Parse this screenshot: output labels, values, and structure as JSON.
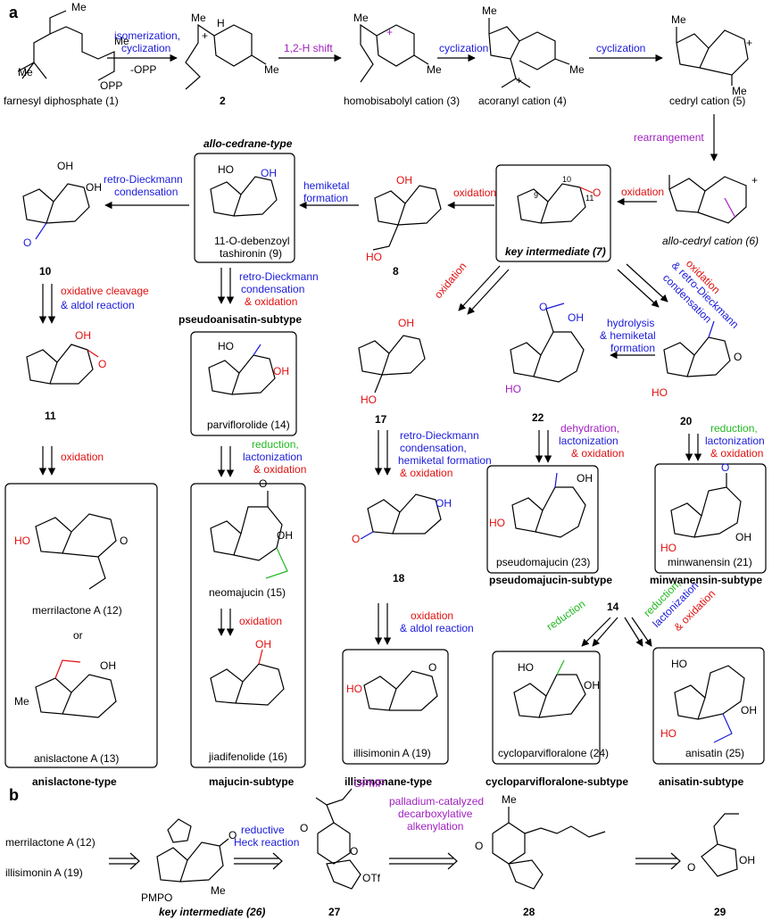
{
  "panels": [
    "a",
    "b"
  ],
  "colors": {
    "black": "#000000",
    "blue": "#1a1adc",
    "red": "#e01010",
    "purple": "#a020c0",
    "green": "#22b822"
  },
  "compounds": {
    "c1": "farnesyl diphosphate (1)",
    "c2": "2",
    "c3": "homobisabolyl cation (3)",
    "c4": "acoranyl cation (4)",
    "c5": "cedryl cation (5)",
    "c6": "allo-cedryl cation (6)",
    "c7": "key intermediate (7)",
    "c8": "8",
    "c9a": "11-O-debenzoyl",
    "c9b": "tashironin (9)",
    "c10": "10",
    "c11": "11",
    "c12": "merrilactone A (12)",
    "c13": "anislactone A (13)",
    "c14": "parviflorolide (14)",
    "c15": "neomajucin (15)",
    "c16": "jiadifenolide (16)",
    "c17": "17",
    "c18": "18",
    "c19": "illisimonin A (19)",
    "c20": "20",
    "c21": "minwanensin (21)",
    "c22": "22",
    "c23": "pseudomajucin (23)",
    "c24": "cycloparvifloralone (24)",
    "c25": "anisatin (25)",
    "c14b": "14",
    "c26": "key intermediate (26)",
    "c27": "27",
    "c28": "28",
    "c29": "29",
    "b12": "merrilactone A (12)",
    "b19": "illisimonin A (19)",
    "or": "or",
    "opp": "-OPP"
  },
  "steps": {
    "s1a": "isomerization,",
    "s1b": "cyclization",
    "s2": "1,2-H shift",
    "s3": "cyclization",
    "s4": "cyclization",
    "s5": "rearrangement",
    "s6": "oxidation",
    "s7": "oxidation",
    "s8a": "hemiketal",
    "s8b": "formation",
    "s9a": "retro-Dieckmann",
    "s9b": "condensation",
    "s10a": "oxidative cleavage",
    "s10b": "& aldol reaction",
    "s11": "oxidation",
    "s12a": "retro-Dieckmann",
    "s12b": "condensation",
    "s12c": "& oxidation",
    "s13a": "reduction,",
    "s13b": "lactonization",
    "s13c": "& oxidation",
    "s14": "oxidation",
    "s15": "oxidation",
    "s16a": "retro-Dieckmann",
    "s16b": "condensation,",
    "s16c": "hemiketal formation",
    "s16d": "& oxidation",
    "s17a": "oxidation",
    "s17b": "& aldol reaction",
    "s18a": "oxidation",
    "s18b": "& retro-Dieckmann",
    "s18c": "condensation",
    "s19a": "hydrolysis",
    "s19b": "& hemiketal",
    "s19c": "formation",
    "s20a": "dehydration,",
    "s20b": "lactonization",
    "s20c": "& oxidation",
    "s21a": "reduction,",
    "s21b": "lactonization",
    "s21c": "& oxidation",
    "s22": "reduction",
    "s23a": "reduction,",
    "s23b": "lactonization",
    "s23c": "& oxidation",
    "sb1a": "reductive",
    "sb1b": "Heck reaction",
    "sb2a": "palladium-catalyzed",
    "sb2b": "decarboxylative",
    "sb2c": "alkenylation"
  },
  "types": {
    "t1": "allo-cedrane-type",
    "t2": "pseudoanisatin-subtype",
    "t3": "anislactone-type",
    "t4": "majucin-subtype",
    "t5": "illisimonane-type",
    "t6": "cycloparvifloralone-subtype",
    "t7": "anisatin-subtype",
    "t8": "pseudomajucin-subtype",
    "t9": "minwanensin-subtype"
  },
  "atoms": {
    "me": "Me",
    "h": "H",
    "oh": "OH",
    "o": "O",
    "ho": "HO",
    "opp": "OPP",
    "pmpo": "PMPO",
    "opmp": "OPMP",
    "otf": "OTf",
    "plus": "+",
    "n1": "1",
    "n2": "2",
    "n3": "3",
    "n4": "4",
    "n5": "5",
    "n6": "6",
    "n7": "7",
    "n8": "8",
    "n9": "9",
    "n10": "10",
    "n11": "11"
  }
}
